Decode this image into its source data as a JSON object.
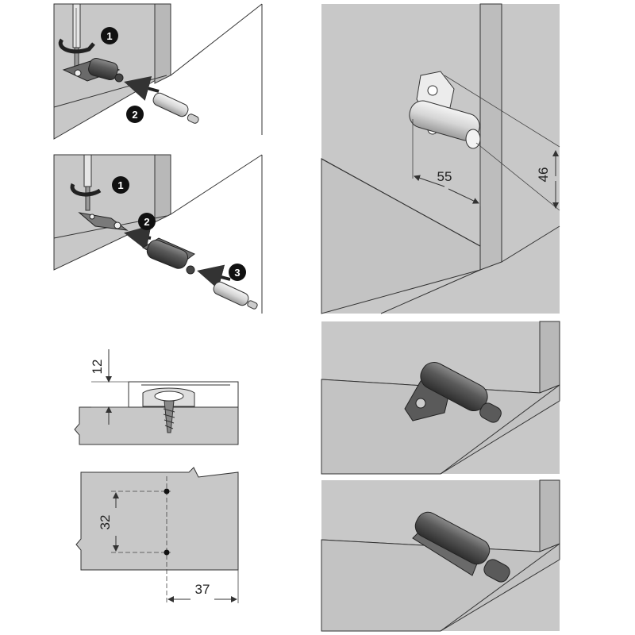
{
  "steps": {
    "one": "1",
    "two": "2",
    "three": "3"
  },
  "dimensions": {
    "mount_height": "12",
    "hole_spacing": "32",
    "edge_offset": "37",
    "depth": "55",
    "height": "46"
  },
  "colors": {
    "panel": "#c8c8c8",
    "panel_dark": "#b0b0b0",
    "line": "#333333",
    "metal_dark": "#5a5a5a",
    "metal_light": "#e6e6e6"
  },
  "icons": [
    "screwdriver-icon",
    "rotate-arrow-icon",
    "push-arrow-icon",
    "screw-icon"
  ]
}
